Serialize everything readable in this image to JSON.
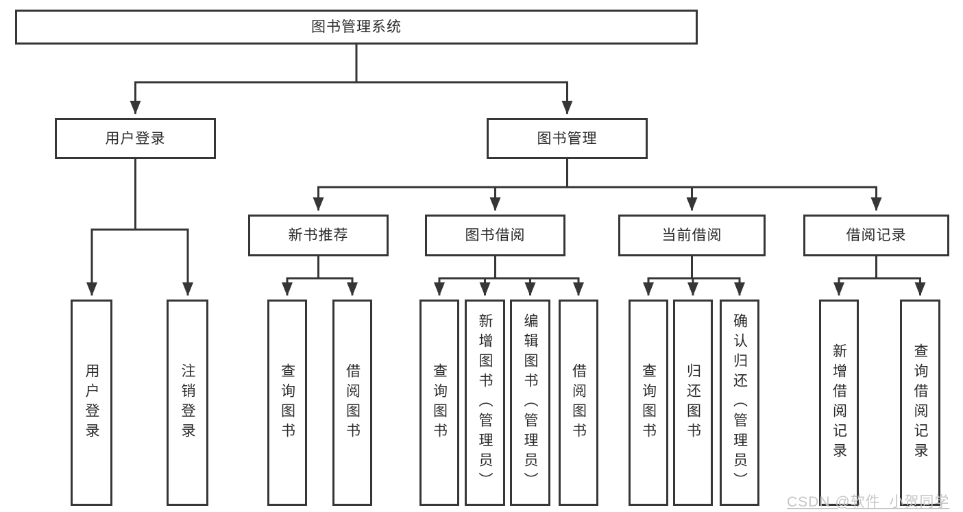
{
  "colors": {
    "line": "#363636",
    "box_border": "#363636",
    "text": "#2b2b2b",
    "watermark": "#c6c6c6",
    "background": "#ffffff"
  },
  "watermark": {
    "text": "CSDN @软件_小贺同学"
  },
  "tree": {
    "root": "图书管理系统",
    "branches": [
      {
        "label": "用户登录",
        "leaves": [
          "用户登录",
          "注销登录"
        ]
      },
      {
        "label": "图书管理",
        "groups": [
          {
            "label": "新书推荐",
            "leaves": [
              "查询图书",
              "借阅图书"
            ]
          },
          {
            "label": "图书借阅",
            "leaves": [
              "查询图书",
              "新增图书（管理员）",
              "编辑图书（管理员）",
              "借阅图书"
            ]
          },
          {
            "label": "当前借阅",
            "leaves": [
              "查询图书",
              "归还图书",
              "确认归还（管理员）"
            ]
          },
          {
            "label": "借阅记录",
            "leaves": [
              "新增借阅记录",
              "查询借阅记录"
            ]
          }
        ]
      }
    ]
  }
}
